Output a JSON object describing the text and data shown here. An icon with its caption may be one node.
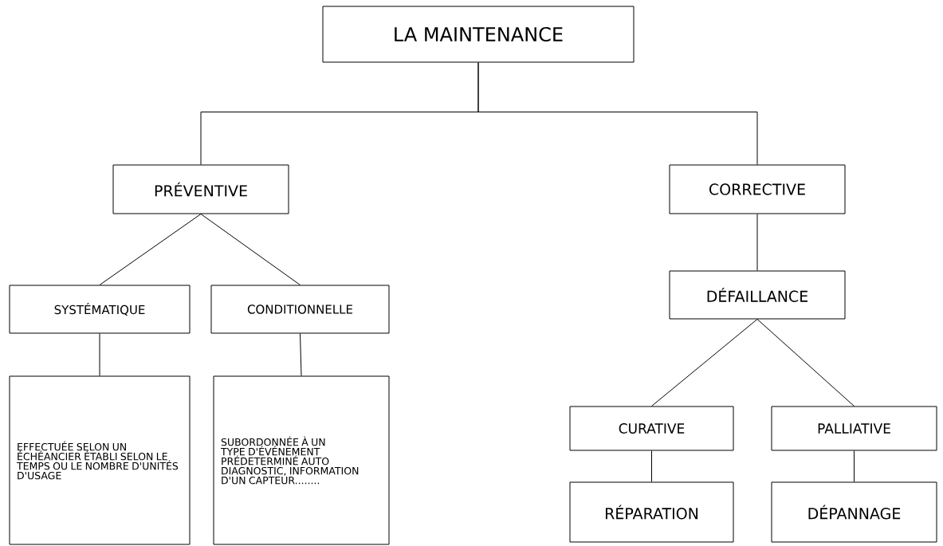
{
  "diagram": {
    "nodes": [
      {
        "text": [
          "LA MAINTENANCE"
        ]
      },
      {
        "text": [
          "PRÉVENTIVE"
        ]
      },
      {
        "text": [
          "CORRECTIVE"
        ]
      },
      {
        "text": [
          "SYSTÉMATIQUE"
        ]
      },
      {
        "text": [
          "CONDITIONNELLE"
        ]
      },
      {
        "text": [
          "EFFECTUÉE SELON UN ÉCHÉANCIER ÉTABLI SELON LE TEMPS OU LE NOMBRE D'UNITÉS D'USAGE"
        ]
      },
      {
        "text": [
          "SUBORDONNÉE À UN TYPE D'ÉVÉNEMENT PRÉDETERMINÉ AUTO DIAGNOSTIC, INFORMATION D'UN CAPTEUR........"
        ]
      },
      {
        "text": [
          "DÉFAILLANCE"
        ]
      },
      {
        "text": [
          "CURATIVE"
        ]
      },
      {
        "text": [
          "PALLIATIVE"
        ]
      },
      {
        "text": [
          "RÉPARATION"
        ]
      },
      {
        "text": [
          "DÉPANNAGE"
        ]
      }
    ],
    "edges": [
      {
        "from": 0,
        "to": 1,
        "arrow": "none"
      },
      {
        "from": 0,
        "to": 2,
        "arrow": "none"
      },
      {
        "from": 1,
        "to": 3,
        "arrow": "none"
      },
      {
        "from": 1,
        "to": 4,
        "arrow": "none"
      },
      {
        "from": 3,
        "to": 5,
        "arrow": "none"
      },
      {
        "from": 4,
        "to": 6,
        "arrow": "none"
      },
      {
        "from": 2,
        "to": 7,
        "arrow": "none"
      },
      {
        "from": 7,
        "to": 8,
        "arrow": "none"
      },
      {
        "from": 7,
        "to": 9,
        "arrow": "none"
      },
      {
        "from": 8,
        "to": 10,
        "arrow": "none"
      },
      {
        "from": 9,
        "to": 11,
        "arrow": "none"
      }
    ]
  }
}
